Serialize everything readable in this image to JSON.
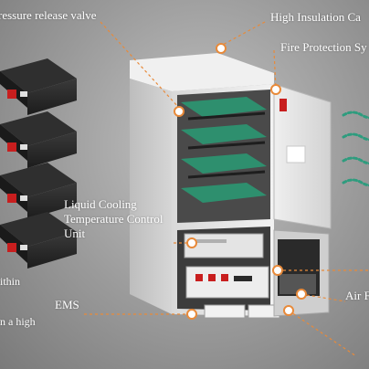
{
  "labels": {
    "pressure_release_valve": "ressure release valve",
    "high_insulation": "High Insulation Ca",
    "fire_protection": "Fire Protection Sy",
    "liquid_cooling": "Liquid Cooling Temperature Control Unit",
    "within": "ithin",
    "ems": "EMS",
    "high": "n a high",
    "air": "Air F"
  },
  "colors": {
    "background": "#9a9a9a",
    "callout": "#e88a3a",
    "cabinet": "#e9e9e9",
    "cooling_plate": "#2e8f6e",
    "battery_module": "#2a2a2a",
    "fire_red": "#c81e1e"
  }
}
